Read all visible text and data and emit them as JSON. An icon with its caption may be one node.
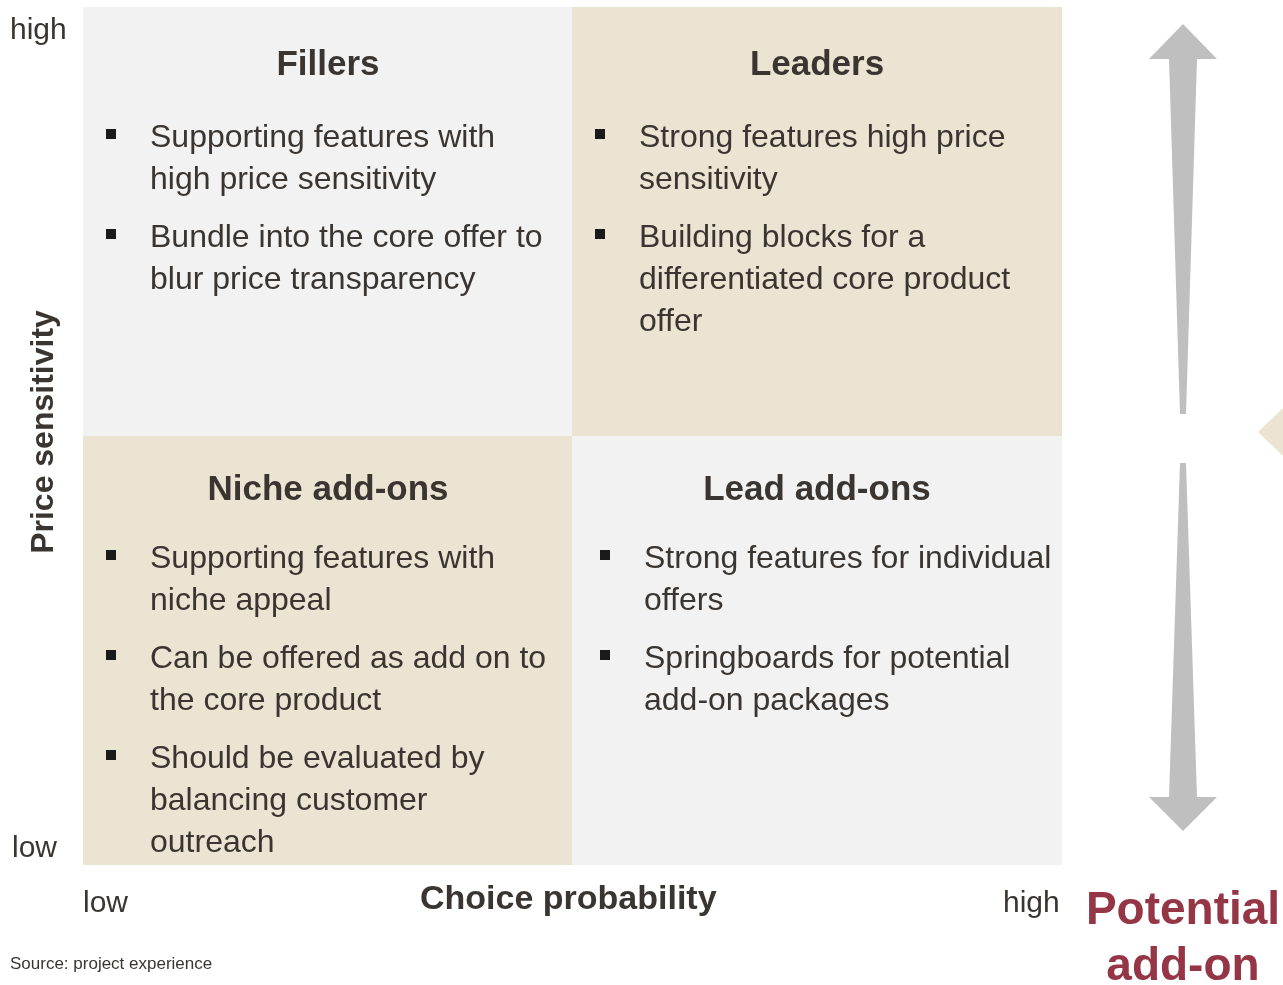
{
  "diagram": {
    "nodes": [
      {
        "text": [
          "Fillers",
          "Supporting features with high price sensitivity",
          "Bundle into the core offer to blur price transparency"
        ]
      },
      {
        "text": [
          "Leaders",
          "Strong features high price sensitivity",
          "Building blocks for a differentiated core product offer"
        ]
      },
      {
        "text": [
          "Niche add-ons",
          "Supporting features with niche appeal",
          "Can be offered as add on to the core product",
          "Should be evaluated by balancing customer outreach"
        ]
      },
      {
        "text": [
          "Lead add-ons",
          "Strong features for individual offers",
          "Springboards for potential add-on packages"
        ]
      }
    ],
    "labels": [
      "high",
      "Price sensitivity",
      "low",
      "low",
      "Choice probability",
      "high",
      "Potential add-on",
      "Source: project experience"
    ]
  }
}
